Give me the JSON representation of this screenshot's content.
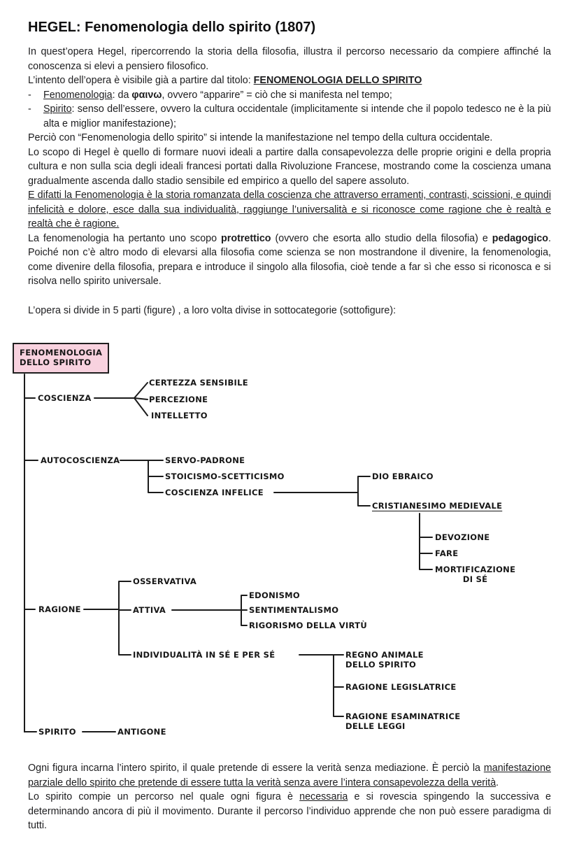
{
  "colors": {
    "root_box_pink": "#f8d2df",
    "line_ink": "#1b1b1b"
  },
  "title": "HEGEL: Fenomenologia dello spirito (1807)",
  "intro": {
    "p1": "In quest’opera Hegel, ripercorrendo la storia della filosofia, illustra il percorso necessario da compiere affinché la conoscenza si elevi a pensiero filosofico.",
    "p2_pre": "L’intento dell’opera è visibile già a partire dal titolo: ",
    "p2_title": "FENOMENOLOGIA DELLO SPIRITO ",
    "p3": "Perciò con “Fenomenologia dello spirito” si intende la manifestazione nel tempo della cultura occidentale.",
    "p4": "Lo scopo di Hegel è quello di formare nuovi ideali a partire dalla consapevolezza delle proprie origini e della propria cultura e non sulla scia degli ideali francesi portati dalla Rivoluzione Francese, mostrando come la coscienza umana gradualmente ascenda dallo stadio sensibile ed empirico a quello del sapere assoluto.",
    "p5_underlined": "E difatti la Fenomenologia è la storia romanzata della coscienza che attraverso erramenti, contrasti, scissioni, e quindi infelicità e dolore, esce dalla sua individualità, raggiunge l’universalità e si riconosce come ragione che è realtà e realtà che è ragione.",
    "p6_pre": "La fenomenologia ha pertanto uno scopo ",
    "p6_bold1": "protrettico",
    "p6_mid": " (ovvero che esorta allo studio della filosofia) e ",
    "p6_bold2": "pedagogico",
    "p6_rest": ". Poiché non c’è altro modo di elevarsi alla filosofia come scienza se non mostrandone il divenire, la fenomenologia, come divenire della filosofia, prepara e introduce il singolo alla filosofia, cioè tende a far sì che esso si riconosca e si risolva nello spirito universale.",
    "p7": "L’opera si divide in 5 parti (figure) , a loro volta divise in sottocategorie (sottofigure):"
  },
  "bullets": {
    "dash": "-",
    "b1_term": "Fenomenologia",
    "b1_mid": ": da ",
    "b1_greek": "φαινω",
    "b1_rest": ", ovvero “apparire” = ciò che si manifesta nel tempo;",
    "b2_term": "Spirito",
    "b2_rest": ": senso dell’essere, ovvero la cultura occidentale (implicitamente si intende che il popolo tedesco ne è la più alta e miglior manifestazione);"
  },
  "diagram": {
    "root": "FENOMENOLOGIA\nDELLO SPIRITO",
    "coscienza": "COSCIENZA",
    "certezza_sensibile": "CERTEZZA SENSIBILE",
    "percezione": "PERCEZIONE",
    "intelletto": "INTELLETTO",
    "autocoscienza": "AUTOCOSCIENZA",
    "servo_padrone": "SERVO-PADRONE",
    "stoicismo_scetticismo": "STOICISMO-SCETTICISMO",
    "coscienza_infelice": "COSCIENZA INFELICE",
    "dio_ebraico": "DIO EBRAICO",
    "cristianesimo_medievale": "CRISTIANESIMO MEDIEVALE",
    "devozione": "DEVOZIONE",
    "fare": "FARE",
    "mortificazione_di_se": "MORTIFICAZIONE\nDI SÉ",
    "ragione": "RAGIONE",
    "osservativa": "OSSERVATIVA",
    "attiva": "ATTIVA",
    "edonismo": "EDONISMO",
    "sentimentalismo": "SENTIMENTALISMO",
    "rigorismo_della_virtu": "RIGORISMO DELLA VIRTÙ",
    "individualita": "INDIVIDUALITÀ IN SÉ E PER SÉ",
    "regno_animale": "REGNO ANIMALE\nDELLO SPIRITO",
    "ragione_legislatrice": "RAGIONE LEGISLATRICE",
    "ragione_esaminatrice": "RAGIONE ESAMINATRICE\nDELLE LEGGI",
    "spirito": "SPIRITO",
    "antigone": "ANTIGONE"
  },
  "outro": {
    "p1_pre": "Ogni figura incarna l’intero spirito, il quale pretende di essere la verità senza mediazione. È perciò la ",
    "p1_underlined": "manifestazione parziale dello spirito che pretende di essere tutta la verità senza avere l’intera consapevolezza della verità",
    "p1_end": ".",
    "p2_pre": "Lo spirito compie un percorso nel quale ogni figura è ",
    "p2_underlined": "necessaria",
    "p2_rest": " e si rovescia spingendo la successiva e determinando ancora di più il movimento. Durante il percorso l’individuo apprende che non può essere paradigma di tutti."
  }
}
